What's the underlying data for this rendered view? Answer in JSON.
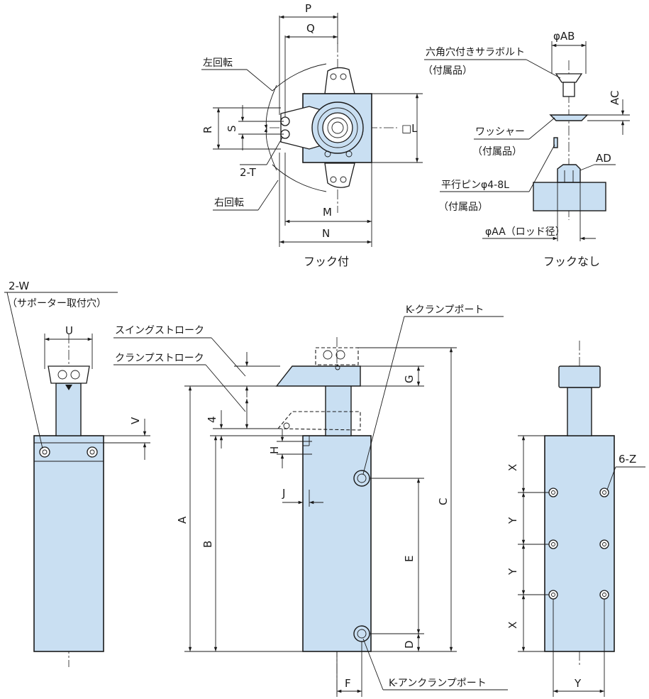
{
  "top_view": {
    "caption": "フック付",
    "left_rotation": "左回転",
    "right_rotation": "右回転",
    "dims": {
      "P": "P",
      "Q": "Q",
      "R": "R",
      "S": "S",
      "T": "2-T",
      "L": "□L",
      "M": "M",
      "N": "N"
    }
  },
  "hookless_view": {
    "caption": "フックなし",
    "hex_bolt": "六角穴付きサラボルト",
    "hex_bolt_note": "（付属品）",
    "washer": "ワッシャー",
    "washer_note": "（付属品）",
    "pin": "平行ピンφ4-8L",
    "pin_note": "（付属品）",
    "dims": {
      "AB": "φAB",
      "AC": "AC",
      "AD": "AD",
      "AA": "φAA（ロッド径）"
    }
  },
  "left_view": {
    "holes": "2-W",
    "holes_note": "（サポーター取付穴）",
    "dims": {
      "U": "U",
      "V": "V"
    }
  },
  "front_view": {
    "swing_stroke": "スイングストローク",
    "clamp_stroke": "クランプストローク",
    "clamp_port": "K-クランプポート",
    "unclamp_port": "K-アンクランプポート",
    "dims": {
      "four": "4",
      "H": "H",
      "J": "J",
      "A": "A",
      "B": "B",
      "C": "C",
      "G": "G",
      "E": "E",
      "D": "D",
      "F": "F"
    }
  },
  "right_view": {
    "holes": "6-Z",
    "dims": {
      "X": "X",
      "Y": "Y"
    }
  }
}
